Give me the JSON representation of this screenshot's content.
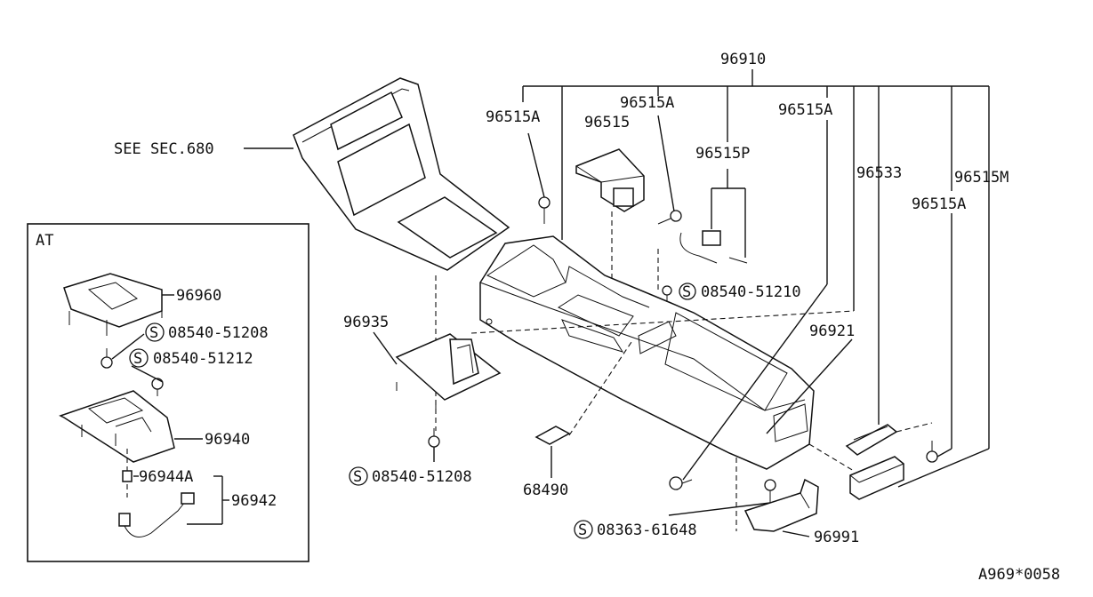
{
  "labels": {
    "p96910": "96910",
    "p96515A_1": "96515A",
    "p96515A_2": "96515A",
    "p96515A_3": "96515A",
    "p96515A_4": "96515A",
    "p96515": "96515",
    "p96515P": "96515P",
    "p96533": "96533",
    "p96515M": "96515M",
    "see_sec": "SEE SEC.680",
    "at": "AT",
    "p96960": "96960",
    "s08540_51208_a": "08540-51208",
    "s08540_51212": "08540-51212",
    "p96940": "96940",
    "p96944A": "96944A",
    "p96942": "96942",
    "p96935": "96935",
    "s08540_51208_b": "08540-51208",
    "p68490": "68490",
    "s08540_51210": "08540-51210",
    "p96921": "96921",
    "s08363_61648": "08363-61648",
    "p96991": "96991",
    "s_mark": "S",
    "ref_code": "A969*0058"
  }
}
